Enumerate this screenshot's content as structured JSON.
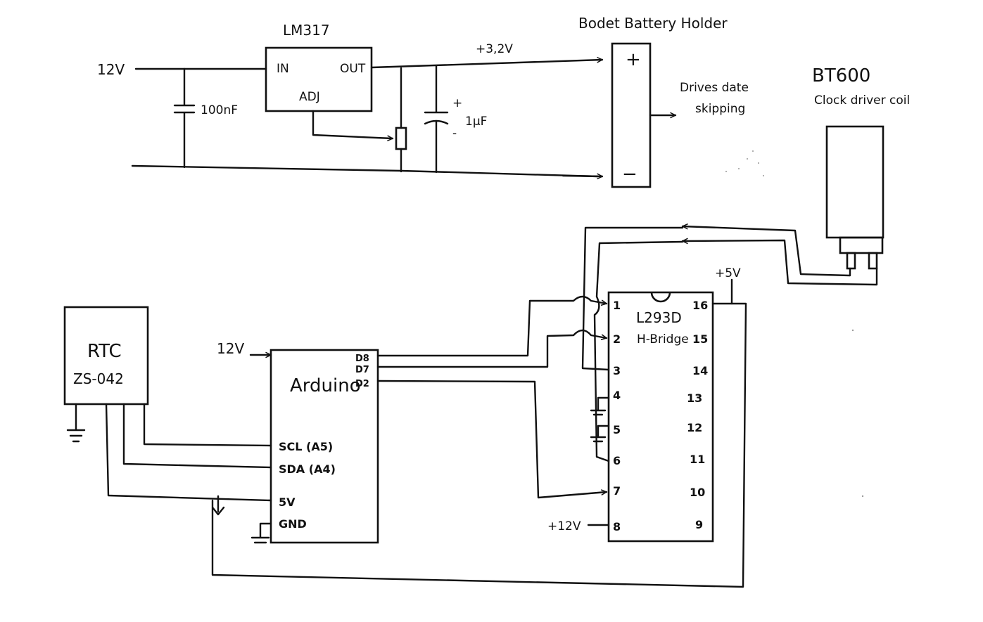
{
  "power_section": {
    "input_voltage": "12V",
    "input_cap": "100nF",
    "regulator": {
      "name": "LM317",
      "pin_in": "IN",
      "pin_out": "OUT",
      "pin_adj": "ADJ"
    },
    "output_cap": "1μF",
    "cap_plus": "+",
    "cap_minus": "-",
    "output_voltage": "+3,2V"
  },
  "battery_holder": {
    "title": "Bodet Battery Holder",
    "plus": "+",
    "minus": "−",
    "note_line1": "Drives date",
    "note_line2": "skipping"
  },
  "coil": {
    "title": "BT600",
    "subtitle": "Clock driver coil"
  },
  "rtc": {
    "name_line1": "RTC",
    "name_line2": "ZS-042"
  },
  "arduino": {
    "name": "Arduino",
    "supply": "12V",
    "pins_right": [
      "D8",
      "D7",
      "D2"
    ],
    "pins_left": [
      "SCL (A5)",
      "SDA (A4)",
      "5V",
      "GND"
    ]
  },
  "hbridge": {
    "name": "L293D",
    "subtitle": "H-Bridge",
    "vcc_label": "+5V",
    "vs_label": "+12V",
    "pins_left": [
      "1",
      "2",
      "3",
      "4",
      "5",
      "6",
      "7",
      "8"
    ],
    "pins_right": [
      "16",
      "15",
      "14",
      "13",
      "12",
      "11",
      "10",
      "9"
    ]
  }
}
